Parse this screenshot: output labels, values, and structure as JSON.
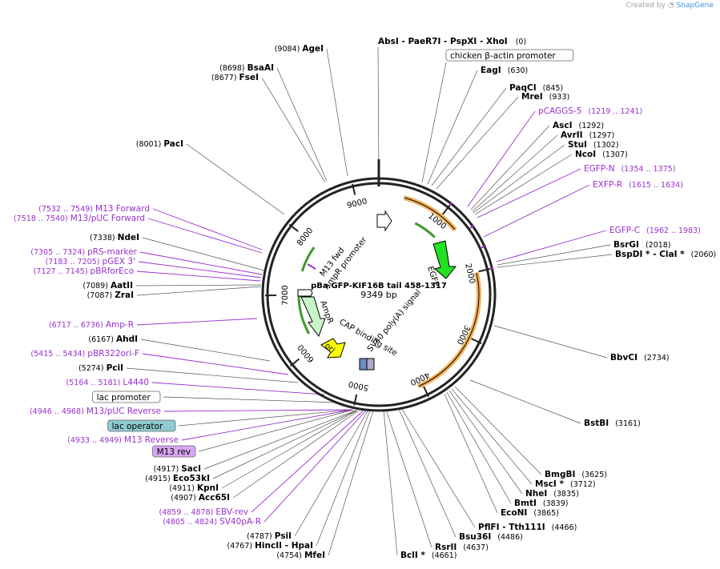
{
  "credit": {
    "prefix": "Created by",
    "brand": "SnapGene"
  },
  "map": {
    "name": "pBa.GFP-KIF16B tail 458-1317",
    "size": "9349 bp",
    "length": 9349,
    "ticks": [
      "1000",
      "2000",
      "3000",
      "4000",
      "5000",
      "6000",
      "7000",
      "8000",
      "9000"
    ]
  },
  "features": [
    {
      "label": "EGFP",
      "kind": "arrow",
      "color": "#22e022"
    },
    {
      "label": "AmpR",
      "kind": "arrow",
      "color": "#c8f5c8"
    },
    {
      "label": "ori",
      "kind": "arrow",
      "color": "#ffff00"
    },
    {
      "label": "AmpR promoter",
      "kind": "arrow",
      "color": "#ffffff"
    },
    {
      "label": "M13 fwd",
      "kind": "primer"
    },
    {
      "label": "CAP binding site",
      "kind": "box",
      "color": "#6b8fc4"
    },
    {
      "label": "SV40 poly(A) signal",
      "kind": "box",
      "color": "#a9a9c9"
    }
  ],
  "labels": [
    {
      "enz": "AbsI  - PaeR7I  - PspXI  - XhoI",
      "pos": "(0)",
      "type": "enz"
    },
    {
      "enz": "chicken β-actin promoter",
      "type": "box"
    },
    {
      "enz": "EagI",
      "pos": "(630)",
      "type": "enz"
    },
    {
      "enz": "PaqCI",
      "pos": "(845)",
      "type": "enz"
    },
    {
      "enz": "MreI",
      "pos": "(933)",
      "type": "enz"
    },
    {
      "enz": "pCAGGS-5",
      "pos": "(1219 .. 1241)",
      "type": "primer"
    },
    {
      "enz": "AscI",
      "pos": "(1292)",
      "type": "enz"
    },
    {
      "enz": "AvrII",
      "pos": "(1297)",
      "type": "enz"
    },
    {
      "enz": "StuI",
      "pos": "(1302)",
      "type": "enz"
    },
    {
      "enz": "NcoI",
      "pos": "(1307)",
      "type": "enz"
    },
    {
      "enz": "EGFP-N",
      "pos": "(1354 .. 1375)",
      "type": "primer"
    },
    {
      "enz": "EXFP-R",
      "pos": "(1615 .. 1634)",
      "type": "primer"
    },
    {
      "enz": "EGFP-C",
      "pos": "(1962 .. 1983)",
      "type": "primer"
    },
    {
      "enz": "BsrGI",
      "pos": "(2018)",
      "type": "enz"
    },
    {
      "enz": "BspDI *  - ClaI *",
      "pos": "(2060)",
      "type": "enz"
    },
    {
      "enz": "BbvCI",
      "pos": "(2734)",
      "type": "enz"
    },
    {
      "enz": "BstBI",
      "pos": "(3161)",
      "type": "enz"
    },
    {
      "enz": "BmgBI",
      "pos": "(3625)",
      "type": "enz"
    },
    {
      "enz": "MscI *",
      "pos": "(3712)",
      "type": "enz"
    },
    {
      "enz": "NheI",
      "pos": "(3835)",
      "type": "enz"
    },
    {
      "enz": "BmtI",
      "pos": "(3839)",
      "type": "enz"
    },
    {
      "enz": "EcoNI",
      "pos": "(3865)",
      "type": "enz"
    },
    {
      "enz": "PflFI  - Tth111I",
      "pos": "(4466)",
      "type": "enz"
    },
    {
      "enz": "Bsu36I",
      "pos": "(4486)",
      "type": "enz"
    },
    {
      "enz": "RsrII",
      "pos": "(4637)",
      "type": "enz"
    },
    {
      "enz": "BclI *",
      "pos": "(4661)",
      "type": "enz"
    },
    {
      "enz": "MfeI",
      "pos": "(4754)",
      "type": "enz"
    },
    {
      "enz": "HincII  - HpaI",
      "pos": "(4767)",
      "type": "enz"
    },
    {
      "enz": "PsiI",
      "pos": "(4787)",
      "type": "enz"
    },
    {
      "enz": "SV40pA-R",
      "pos": "(4805 .. 4824)",
      "type": "primer"
    },
    {
      "enz": "EBV-rev",
      "pos": "(4859 .. 4878)",
      "type": "primer"
    },
    {
      "enz": "Acc65I",
      "pos": "(4907)",
      "type": "enz"
    },
    {
      "enz": "KpnI",
      "pos": "(4911)",
      "type": "enz"
    },
    {
      "enz": "Eco53kI",
      "pos": "(4915)",
      "type": "enz"
    },
    {
      "enz": "SacI",
      "pos": "(4917)",
      "type": "enz"
    },
    {
      "enz": "M13 rev",
      "type": "pbox"
    },
    {
      "enz": "M13 Reverse",
      "pos": "(4933 .. 4949)",
      "type": "primer"
    },
    {
      "enz": "lac operator",
      "type": "bbox"
    },
    {
      "enz": "M13/pUC Reverse",
      "pos": "(4946 .. 4968)",
      "type": "primer"
    },
    {
      "enz": "lac promoter",
      "type": "box"
    },
    {
      "enz": "L4440",
      "pos": "(5164 .. 5181)",
      "type": "primer"
    },
    {
      "enz": "PciI",
      "pos": "(5274)",
      "type": "enz"
    },
    {
      "enz": "pBR322ori-F",
      "pos": "(5415 .. 5434)",
      "type": "primer"
    },
    {
      "enz": "AhdI",
      "pos": "(6167)",
      "type": "enz"
    },
    {
      "enz": "Amp-R",
      "pos": "(6717 .. 6736)",
      "type": "primer"
    },
    {
      "enz": "ZraI",
      "pos": "(7087)",
      "type": "enz"
    },
    {
      "enz": "AatII",
      "pos": "(7089)",
      "type": "enz"
    },
    {
      "enz": "pBRforEco",
      "pos": "(7127 .. 7145)",
      "type": "primer"
    },
    {
      "enz": "pGEX 3'",
      "pos": "(7183 .. 7205)",
      "type": "primer"
    },
    {
      "enz": "pRS-marker",
      "pos": "(7305 .. 7324)",
      "type": "primer"
    },
    {
      "enz": "NdeI",
      "pos": "(7338)",
      "type": "enz"
    },
    {
      "enz": "M13/pUC Forward",
      "pos": "(7518 .. 7540)",
      "type": "primer"
    },
    {
      "enz": "M13 Forward",
      "pos": "(7532 .. 7549)",
      "type": "primer"
    },
    {
      "enz": "PacI",
      "pos": "(8001)",
      "type": "enz"
    },
    {
      "enz": "FseI",
      "pos": "(8677)",
      "type": "enz"
    },
    {
      "enz": "BsaAI",
      "pos": "(8698)",
      "type": "enz"
    },
    {
      "enz": "AgeI",
      "pos": "(9084)",
      "type": "enz"
    }
  ]
}
